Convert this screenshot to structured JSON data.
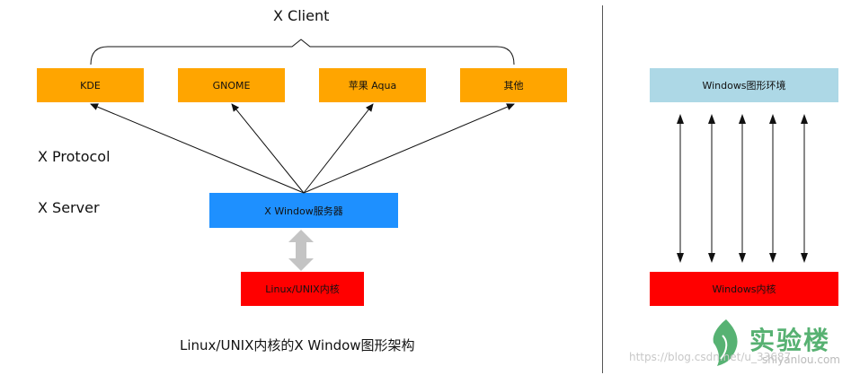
{
  "left": {
    "client_title": "X Client",
    "protocol_label": "X Protocol",
    "server_label": "X Server",
    "clients": [
      "KDE",
      "GNOME",
      "苹果 Aqua",
      "其他"
    ],
    "server_box": "X Window服务器",
    "kernel_box": "Linux/UNIX内核",
    "caption": "Linux/UNIX内核的X Window图形架构"
  },
  "right": {
    "top_box": "Windows图形环境",
    "bottom_box": "Windows内核",
    "arrow_count": 5
  },
  "watermark": {
    "brand": "实验楼",
    "domain": "shiyanlou.com",
    "url": "https://blog.csdn.net/u_33687"
  },
  "colors": {
    "client_box": "#FFA500",
    "server_box": "#1E90FF",
    "kernel_box": "#FF0000",
    "win_top_box": "#ADD8E6",
    "win_bottom_box": "#FF0000",
    "watermark_green": "#3aa45a"
  }
}
